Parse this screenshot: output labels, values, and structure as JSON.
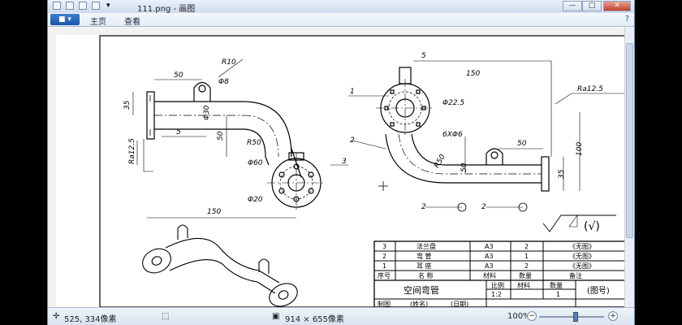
{
  "window": {
    "title": "111.png - 画图",
    "btn_min": "—",
    "btn_max": "□",
    "btn_close": "✕"
  },
  "ribbon": {
    "app_menu": "■ ▾",
    "tabs": [
      "主页",
      "查看"
    ]
  },
  "status": {
    "cursor_pos": "525, 334像素",
    "image_size": "914 × 655像素",
    "zoom": "100%"
  },
  "drawing": {
    "dims": {
      "d50a": "50",
      "r10": "R10",
      "phi8": "Φ8",
      "d35a": "35",
      "phi30": "Φ30",
      "d5a": "5",
      "d50b": "50",
      "r50a": "R50",
      "d12_5": "Ra12.5",
      "phi60": "Φ60",
      "phi20": "Φ20",
      "d150a": "150",
      "d5b": "5",
      "d150b": "150",
      "phi22_5": "Φ22.5",
      "six_phi6": "6XΦ6",
      "r50b": "R50",
      "d50c": "50",
      "d50d": "50",
      "d100": "100",
      "d35b": "35",
      "ra12_5": "Ra12.5"
    },
    "balloons": [
      "1",
      "2",
      "3"
    ],
    "sections": [
      "2",
      "2"
    ]
  },
  "bom": {
    "rows": [
      {
        "no": "3",
        "name": "法兰盘",
        "mat": "A3",
        "qty": "2",
        "note": "《无图》"
      },
      {
        "no": "2",
        "name": "弯  管",
        "mat": "A3",
        "qty": "1",
        "note": "《无图》"
      },
      {
        "no": "1",
        "name": "耳  座",
        "mat": "A3",
        "qty": "2",
        "note": "《无图》"
      }
    ],
    "header": {
      "no": "序号",
      "name": "名    称",
      "mat": "材料",
      "qty": "数量",
      "note": "备注"
    },
    "title_block": {
      "name": "空间弯管",
      "scale_label": "比例",
      "mat_label": "材料",
      "qty_label": "数量",
      "scale_value": "1:2",
      "qty_value": "1",
      "drawing_no": "(图号)",
      "drawn": "制图",
      "sig": "(姓名)",
      "date": "(日期)"
    }
  }
}
